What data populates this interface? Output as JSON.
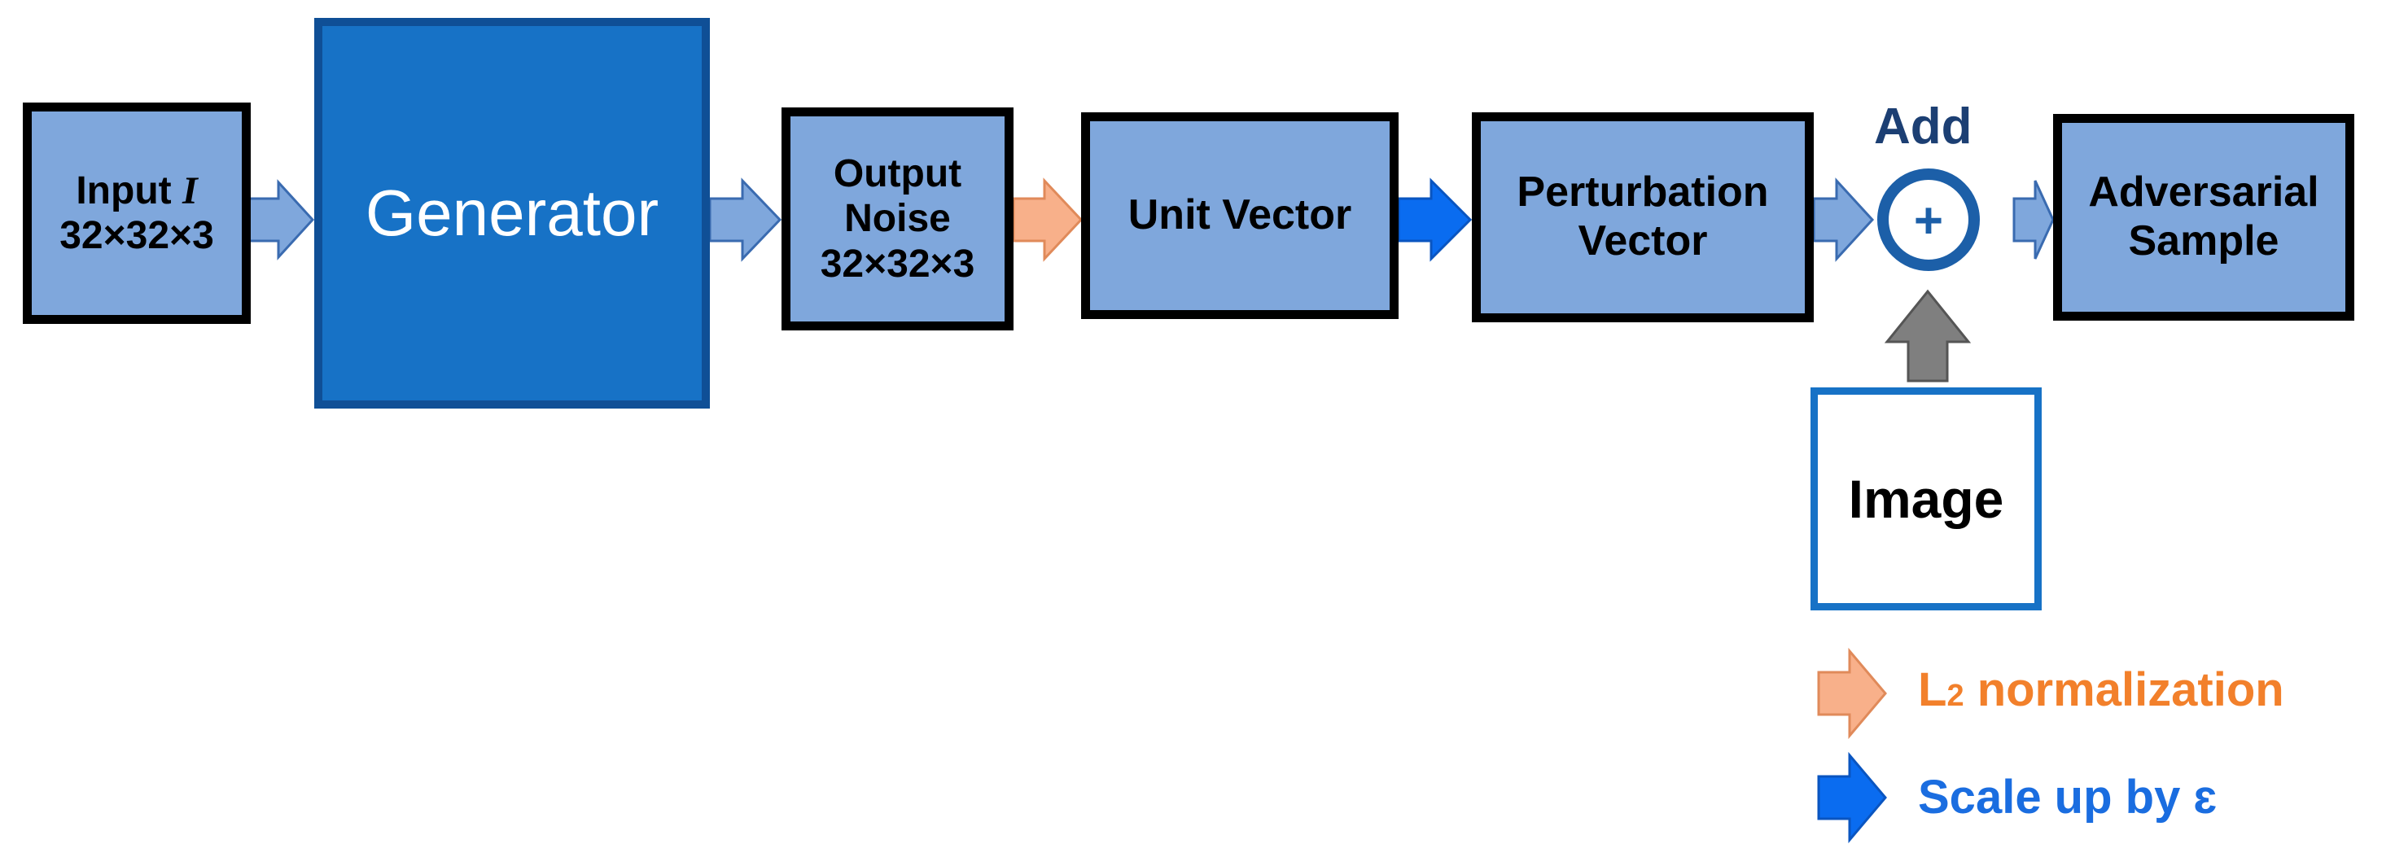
{
  "nodes": {
    "input": {
      "line1": "Input",
      "symbol": "I",
      "line2": "32×32×3"
    },
    "generator": {
      "label": "Generator"
    },
    "output_noise": {
      "line1": "Output",
      "line2": "Noise",
      "line3": "32×32×3"
    },
    "unit_vector": {
      "label": "Unit Vector"
    },
    "perturbation_vector": {
      "line1": "Perturbation",
      "line2": "Vector"
    },
    "add": {
      "label": "Add",
      "symbol": "+"
    },
    "adversarial_sample": {
      "line1": "Adversarial",
      "line2": "Sample"
    },
    "image": {
      "label": "Image"
    }
  },
  "legend": {
    "l2": {
      "prefix": "L",
      "subscript": "2",
      "text": " normalization"
    },
    "scale": {
      "text": "Scale up by ɛ"
    }
  },
  "colors": {
    "box_fill": "#7fa7dc",
    "generator_fill": "#1772c6",
    "generic_arrow": "#7fa7dc",
    "l2_arrow": "#f8b08a",
    "scale_arrow": "#0a6cf0",
    "image_arrow": "#7f7f7f",
    "l2_text": "#f2802b",
    "scale_text": "#1a6de0"
  }
}
